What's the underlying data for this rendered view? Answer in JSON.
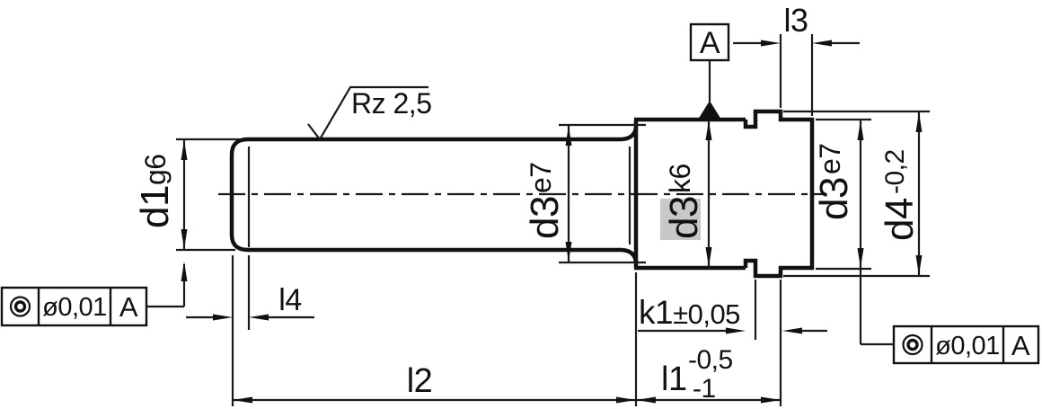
{
  "labels": {
    "surface_finish": "Rz 2,5",
    "datum_a": "A",
    "d1": {
      "base": "d1",
      "fit": "g6"
    },
    "d3_mid": {
      "base": "d3",
      "fit": "e7"
    },
    "d3_k6": {
      "base": "d3",
      "fit": "k6"
    },
    "d3_end": {
      "base": "d3",
      "fit": "e7"
    },
    "d4": {
      "base": "d4",
      "tol": "-0,2"
    },
    "k1": {
      "base": "k1",
      "tol": "±0,05"
    },
    "l1": {
      "base": "l1",
      "tol_upper": "-0,5",
      "tol_lower": "-1"
    },
    "l2": "l2",
    "l3": "l3",
    "l4": "l4"
  },
  "feature_control_frames": {
    "left": {
      "symbol": "concentricity",
      "tolerance": "ø0,01",
      "datum": "A"
    },
    "right": {
      "symbol": "concentricity",
      "tolerance": "ø0,01",
      "datum": "A"
    }
  },
  "colors": {
    "line": "#1a1a1a",
    "highlight": "#c8c8c8",
    "background": "#ffffff"
  }
}
